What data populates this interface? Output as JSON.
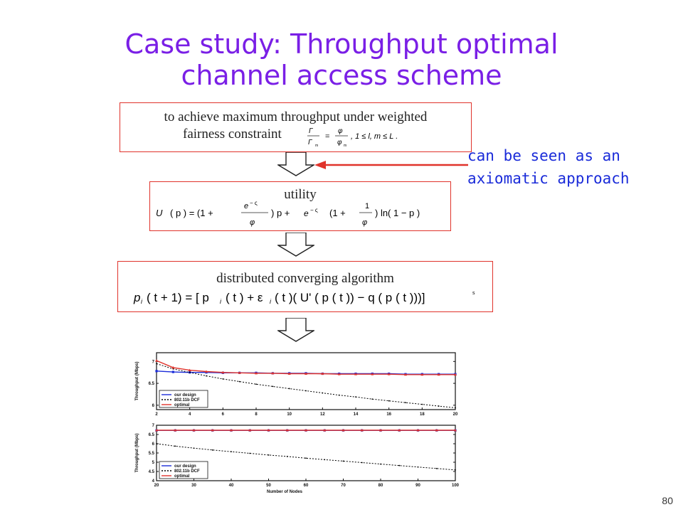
{
  "slide": {
    "title_line1": "Case study: Throughput optimal",
    "title_line2": "channel access scheme",
    "page_number": "80"
  },
  "box1": {
    "line1": "to achieve maximum throughput under weighted",
    "line2": "fairness constraint"
  },
  "box2": {
    "label": "utility"
  },
  "box3": {
    "label": "distributed converging algorithm"
  },
  "note": {
    "line1": "can be seen as an",
    "line2": "axiomatic approach"
  },
  "colors": {
    "title": "#7a1fe6",
    "box_border": "#e0332b",
    "note": "#1a2bd9",
    "arrow": "#e0332b"
  },
  "chart_data": [
    {
      "type": "line",
      "ylabel": "Throughput (Mbps)",
      "x_ticks": [
        "2",
        "4",
        "6",
        "8",
        "10",
        "12",
        "14",
        "16",
        "18",
        "20"
      ],
      "y_ticks": [
        "6",
        "6.5",
        "7"
      ],
      "xlim": [
        2,
        20
      ],
      "ylim": [
        5.9,
        7.2
      ],
      "legend": [
        "our design",
        "802.11b DCF",
        "optimal"
      ],
      "legend_position": "bottom-left",
      "series": [
        {
          "name": "our design",
          "color": "#1a2bd9",
          "x": [
            2,
            3,
            4,
            5,
            6,
            7,
            8,
            9,
            10,
            11,
            12,
            13,
            14,
            15,
            16,
            17,
            18,
            19,
            20
          ],
          "y": [
            6.78,
            6.76,
            6.75,
            6.75,
            6.74,
            6.74,
            6.74,
            6.73,
            6.73,
            6.73,
            6.72,
            6.72,
            6.72,
            6.72,
            6.72,
            6.71,
            6.71,
            6.71,
            6.71
          ]
        },
        {
          "name": "802.11b DCF",
          "color": "#000000",
          "x": [
            2,
            3,
            4,
            5,
            6,
            7,
            8,
            9,
            10,
            11,
            12,
            13,
            14,
            15,
            16,
            17,
            18,
            19,
            20
          ],
          "y": [
            6.95,
            6.83,
            6.75,
            6.67,
            6.6,
            6.54,
            6.48,
            6.43,
            6.38,
            6.33,
            6.28,
            6.23,
            6.19,
            6.14,
            6.1,
            6.06,
            6.02,
            5.98,
            5.94
          ]
        },
        {
          "name": "optimal",
          "color": "#e0332b",
          "x": [
            2,
            3,
            4,
            5,
            6,
            7,
            8,
            9,
            10,
            11,
            12,
            13,
            14,
            15,
            16,
            17,
            18,
            19,
            20
          ],
          "y": [
            7.02,
            6.86,
            6.8,
            6.77,
            6.75,
            6.74,
            6.73,
            6.73,
            6.72,
            6.72,
            6.72,
            6.71,
            6.71,
            6.71,
            6.71,
            6.7,
            6.7,
            6.7,
            6.7
          ]
        }
      ]
    },
    {
      "type": "line",
      "ylabel": "Throughput (Mbps)",
      "xlabel": "Number of Nodes",
      "x_ticks": [
        "20",
        "30",
        "40",
        "50",
        "60",
        "70",
        "80",
        "90",
        "100"
      ],
      "y_ticks": [
        "4",
        "4.5",
        "5",
        "5.5",
        "6",
        "6.5",
        "7"
      ],
      "xlim": [
        20,
        100
      ],
      "ylim": [
        4,
        7
      ],
      "legend": [
        "our design",
        "802.11b DCF",
        "optimal"
      ],
      "legend_position": "bottom-left",
      "series": [
        {
          "name": "our design",
          "color": "#1a2bd9",
          "x": [
            20,
            25,
            30,
            35,
            40,
            45,
            50,
            55,
            60,
            65,
            70,
            75,
            80,
            85,
            90,
            95,
            100
          ],
          "y": [
            6.72,
            6.72,
            6.72,
            6.72,
            6.72,
            6.72,
            6.72,
            6.72,
            6.72,
            6.72,
            6.72,
            6.72,
            6.72,
            6.72,
            6.72,
            6.72,
            6.72
          ]
        },
        {
          "name": "802.11b DCF",
          "color": "#000000",
          "x": [
            20,
            25,
            30,
            35,
            40,
            45,
            50,
            55,
            60,
            65,
            70,
            75,
            80,
            85,
            90,
            95,
            100
          ],
          "y": [
            6.0,
            5.87,
            5.76,
            5.66,
            5.57,
            5.48,
            5.39,
            5.31,
            5.22,
            5.14,
            5.06,
            4.98,
            4.9,
            4.82,
            4.74,
            4.66,
            4.58
          ]
        },
        {
          "name": "optimal",
          "color": "#e0332b",
          "x": [
            20,
            25,
            30,
            35,
            40,
            45,
            50,
            55,
            60,
            65,
            70,
            75,
            80,
            85,
            90,
            95,
            100
          ],
          "y": [
            6.73,
            6.73,
            6.73,
            6.73,
            6.73,
            6.73,
            6.73,
            6.73,
            6.73,
            6.73,
            6.73,
            6.73,
            6.73,
            6.73,
            6.73,
            6.73,
            6.73
          ]
        }
      ]
    }
  ]
}
